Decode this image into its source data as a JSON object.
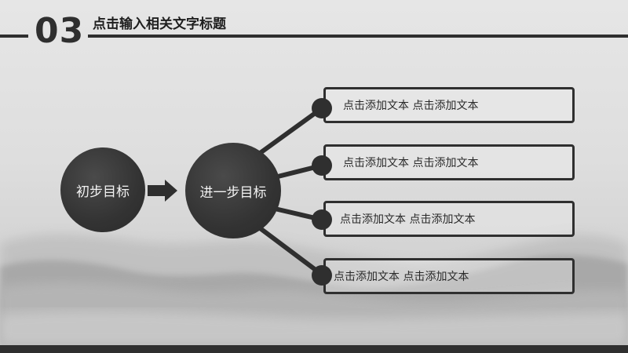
{
  "header": {
    "section_number": "03",
    "title": "点击输入相关文字标题"
  },
  "diagram": {
    "initial_goal": "初步目标",
    "further_goal": "进一步目标",
    "items": [
      {
        "text": "点击添加文本 点击添加文本"
      },
      {
        "text": "点击添加文本 点击添加文本"
      },
      {
        "text": "点击添加文本 点击添加文本"
      },
      {
        "text": "点击添加文本 点击添加文本"
      }
    ]
  },
  "colors": {
    "dark": "#2f2f2f",
    "circle_text": "#f2f2f2",
    "background": "#dedede"
  }
}
